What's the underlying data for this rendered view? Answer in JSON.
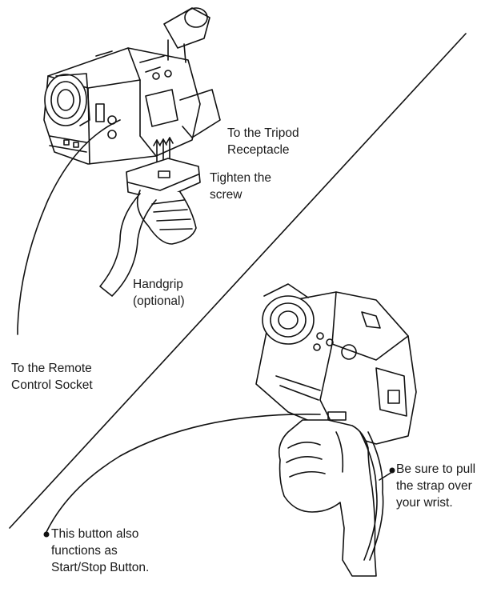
{
  "labels": {
    "tripod": [
      "To the Tripod",
      "Receptacle"
    ],
    "screw": [
      "Tighten the",
      "screw"
    ],
    "handgrip": [
      "Handgrip",
      "(optional)"
    ],
    "remote": [
      "To the Remote",
      "Control Socket"
    ],
    "strap": [
      "Be sure to pull",
      "the strap over",
      "your wrist."
    ],
    "button": [
      "This button also",
      "functions as",
      "Start/Stop Button."
    ]
  }
}
